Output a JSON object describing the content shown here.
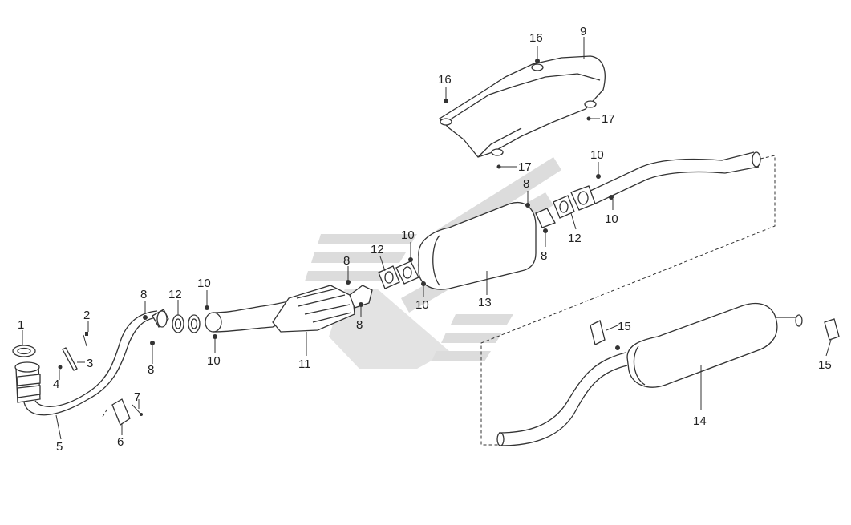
{
  "diagram": {
    "callouts": {
      "p1": "1",
      "p2": "2",
      "p3": "3",
      "p4": "4",
      "p5": "5",
      "p6": "6",
      "p7": "7",
      "p8a": "8",
      "p8b": "8",
      "p8c": "8",
      "p8d": "8",
      "p8e": "8",
      "p9": "9",
      "p10a": "10",
      "p10b": "10",
      "p10c": "10",
      "p10d": "10",
      "p10e": "10",
      "p11": "11",
      "p12a": "12",
      "p12b": "12",
      "p12c": "12",
      "p13": "13",
      "p14": "14",
      "p15a": "15",
      "p15b": "15",
      "p16a": "16",
      "p16b": "16",
      "p17a": "17",
      "p17b": "17"
    },
    "colors": {
      "line": "#333333",
      "watermark": "#dcdcdc"
    }
  }
}
